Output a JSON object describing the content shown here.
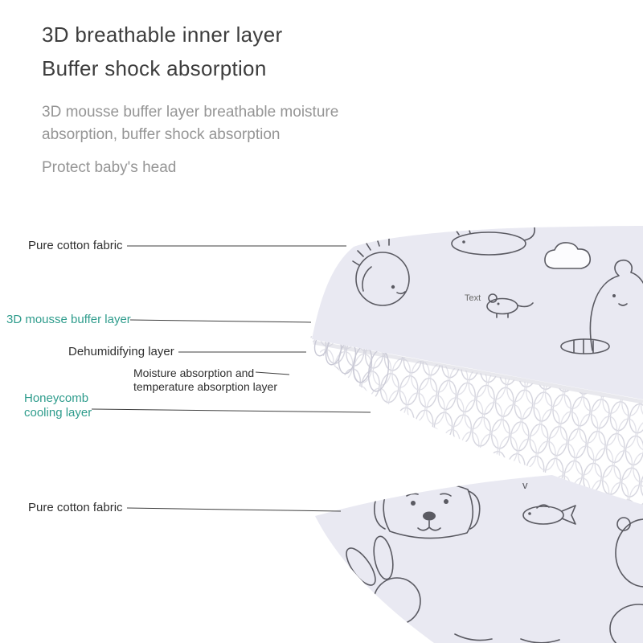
{
  "header": {
    "title_line1": "3D breathable inner layer",
    "title_line2": "Buffer shock absorption",
    "subtitle": "3D mousse buffer layer breathable moisture\nabsorption, buffer shock absorption",
    "tagline": "Protect baby's head"
  },
  "callouts": {
    "pure_cotton_top": "Pure cotton fabric",
    "mousse_buffer": "3D mousse buffer layer",
    "dehumidifying": "Dehumidifying layer",
    "moisture": "Moisture absorption and\ntemperature absorption layer",
    "honeycomb": "Honeycomb\ncooling layer",
    "pure_cotton_bottom": "Pure cotton fabric"
  },
  "illustration": {
    "mouse_label": "Text",
    "check_mark": "v"
  },
  "colors": {
    "accent_teal": "#2e9c8c",
    "title_text": "#3d3d3d",
    "subtitle_text": "#959595",
    "label_text": "#2f2f2f",
    "line_color": "#3f3f3f",
    "fabric": "#e9e9f2",
    "doodle_stroke": "#5a5a62",
    "mesh_stroke": "#c9c9d5"
  }
}
